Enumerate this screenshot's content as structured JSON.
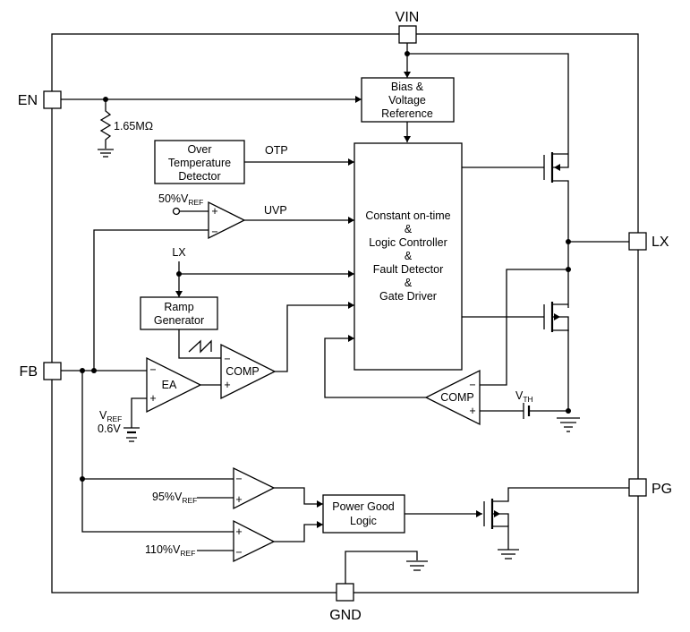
{
  "pins": {
    "vin": "VIN",
    "en": "EN",
    "lx": "LX",
    "fb": "FB",
    "pg": "PG",
    "gnd": "GND"
  },
  "blocks": {
    "bias": [
      "Bias &",
      "Voltage",
      "Reference"
    ],
    "otp_detector": [
      "Over",
      "Temperature",
      "Detector"
    ],
    "controller": [
      "Constant on-time",
      "&",
      "Logic Controller",
      "&",
      "Fault Detector",
      "&",
      "Gate Driver"
    ],
    "ramp": [
      "Ramp",
      "Generator"
    ],
    "pgood": [
      "Power Good",
      "Logic"
    ]
  },
  "amplifiers": {
    "ea": "EA",
    "comp_main": "COMP",
    "comp_zero": "COMP"
  },
  "signals": {
    "otp": "OTP",
    "uvp": "UVP",
    "lx_node": "LX",
    "resistor": "1.65MΩ",
    "uvp_ref_prefix": "50%V",
    "ref_sub": "REF",
    "vref_main": "V",
    "vref_value": "0.6V",
    "vth_main": "V",
    "vth_sub": "TH",
    "pg_low_prefix": "95%V",
    "pg_high_prefix": "110%V"
  }
}
